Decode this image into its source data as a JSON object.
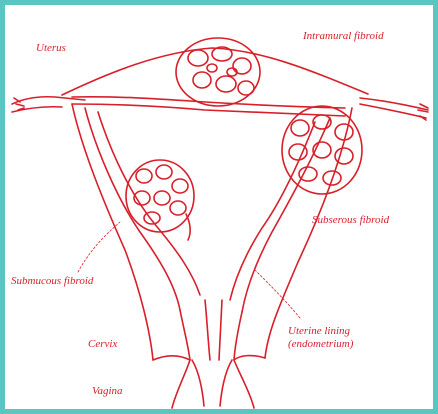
{
  "colors": {
    "frame": "#5bc5c0",
    "ink": "#d81f2a",
    "background": "#ffffff"
  },
  "labels": {
    "uterus": "Uterus",
    "intramural_fibroid": "Intramural fibroid",
    "subserous_fibroid": "Subserous fibroid",
    "submucous_fibroid": "Submucous fibroid",
    "cervix": "Cervix",
    "uterine_lining_line1": "Uterine lining",
    "uterine_lining_line2": "(endometrium)",
    "vagina": "Vagina"
  }
}
